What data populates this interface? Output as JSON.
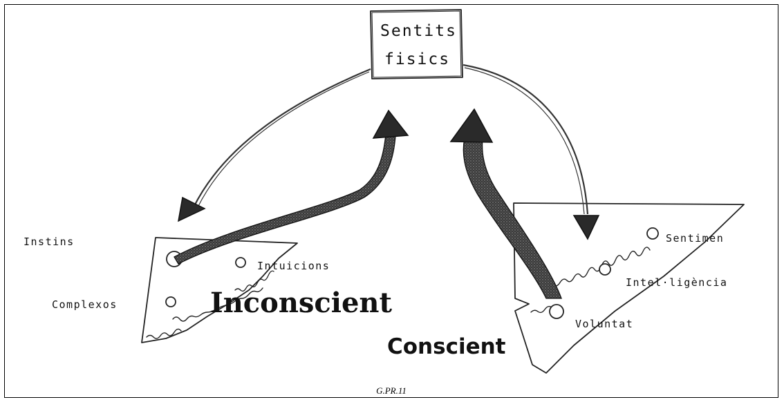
{
  "top_box": {
    "line1": "Sentits",
    "line2": "fisics"
  },
  "left_panel": {
    "title": "Inconscient",
    "items": [
      "Instins",
      "Intuicions",
      "Complexos"
    ]
  },
  "right_panel": {
    "title": "Conscient",
    "items": [
      "Sentimen",
      "Intel·ligència",
      "Voluntat"
    ]
  },
  "caption": "G.PR.11"
}
